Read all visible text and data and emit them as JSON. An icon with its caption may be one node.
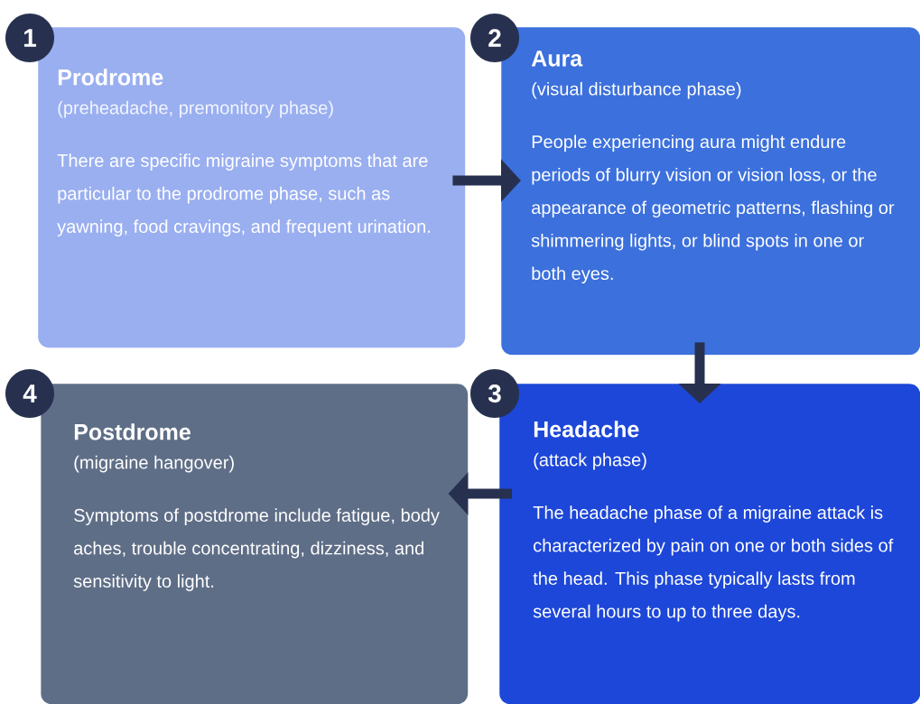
{
  "diagram": {
    "nodes": [
      {
        "text": [
          "1"
        ]
      },
      {
        "text": [
          "Prodrome",
          "(preheadache, premonitory phase)",
          "There are specific migraine symptoms that are particular to the prodrome phase, such as yawning, food cravings, and frequent urination."
        ]
      },
      {
        "text": [
          "2"
        ]
      },
      {
        "text": [
          "Aura",
          "(visual disturbance phase)",
          "People experiencing aura might endure periods of blurry vision or vision loss, or the appearance of geometric patterns, flashing or shimmering lights, or blind spots in one or both eyes."
        ]
      },
      {
        "text": [
          "4"
        ]
      },
      {
        "text": [
          "Postdrome",
          "(migraine hangover)",
          "Symptoms of postdrome include fatigue, body aches, trouble concentrating, dizziness, and sensitivity to light."
        ]
      },
      {
        "text": [
          "3"
        ]
      },
      {
        "text": [
          "Headache",
          "(attack phase)",
          "The headache phase of a migraine attack is characterized by pain on one or both sides of the head. This phase typically lasts from several hours to up to three days."
        ]
      }
    ],
    "edges": [
      {
        "from": 1,
        "to": 3,
        "arrow": "to"
      },
      {
        "from": 3,
        "to": 7,
        "arrow": "to"
      },
      {
        "from": 7,
        "to": 5,
        "arrow": "to"
      }
    ]
  }
}
